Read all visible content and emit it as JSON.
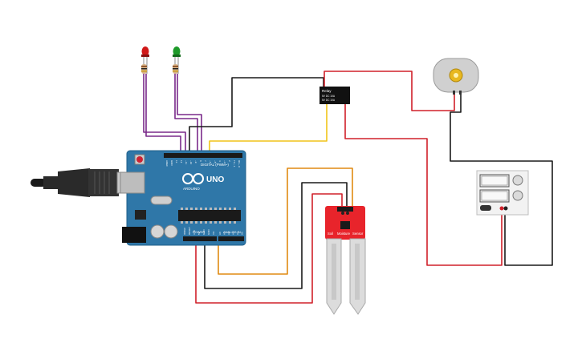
{
  "arduino": {
    "model": "UNO",
    "brand": "ARDUINO",
    "digital_label": "DIGITAL (PWM~)",
    "power_label": "POWER",
    "analog_label": "ANALOG IN",
    "pin_top": [
      "AREF",
      "GND",
      "13",
      "12",
      "~11",
      "~10",
      "~9",
      "8",
      "7",
      "~6",
      "~5",
      "4",
      "~3",
      "2",
      "TX→1",
      "RX←0"
    ],
    "pin_power": [
      "IOREF",
      "RESET",
      "3.3V",
      "5V",
      "GND",
      "GND",
      "Vin"
    ],
    "pin_analog": [
      "A0",
      "A1",
      "A2",
      "A3",
      "A4",
      "A5"
    ]
  },
  "relay": {
    "title": "Relay",
    "line1": "5V DC 10A",
    "line2": "5V DC 10A"
  },
  "soil_sensor": {
    "line1": "Soil",
    "line2": "Moisture",
    "line3": "Sensor"
  },
  "colors": {
    "board": "#2f77a8",
    "sensor": "#e8242b",
    "wire_purple": "#7a2a8a",
    "wire_black": "#1a1a1a",
    "wire_red": "#d0202a",
    "wire_orange": "#e08a12",
    "wire_yellow": "#f0c419",
    "led_red": "#d01818",
    "led_green": "#1e9a2a"
  }
}
